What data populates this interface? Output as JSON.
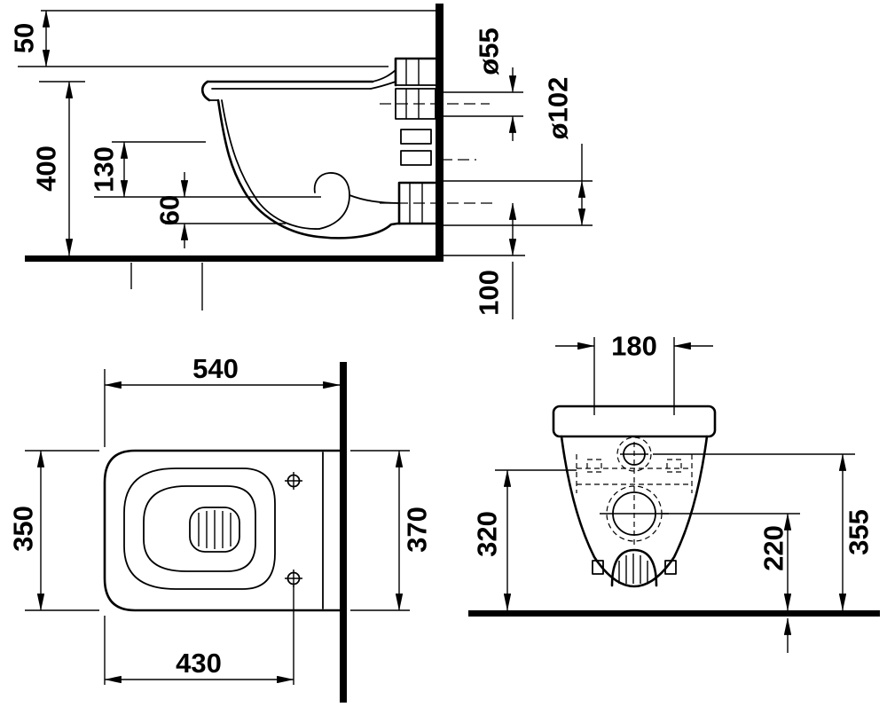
{
  "drawing": {
    "side_view": {
      "labels": {
        "h50": "50",
        "h400": "400",
        "h130": "130",
        "h60": "60",
        "dia_flush": "ø55",
        "dia_outlet": "ø102",
        "h100": "100"
      }
    },
    "top_view": {
      "labels": {
        "depth540": "540",
        "width350": "350",
        "depth430": "430",
        "height370": "370"
      }
    },
    "front_view": {
      "labels": {
        "w180": "180",
        "h320": "320",
        "h220": "220",
        "h355": "355"
      }
    },
    "colors": {
      "line": "#000000",
      "background": "#ffffff"
    }
  }
}
